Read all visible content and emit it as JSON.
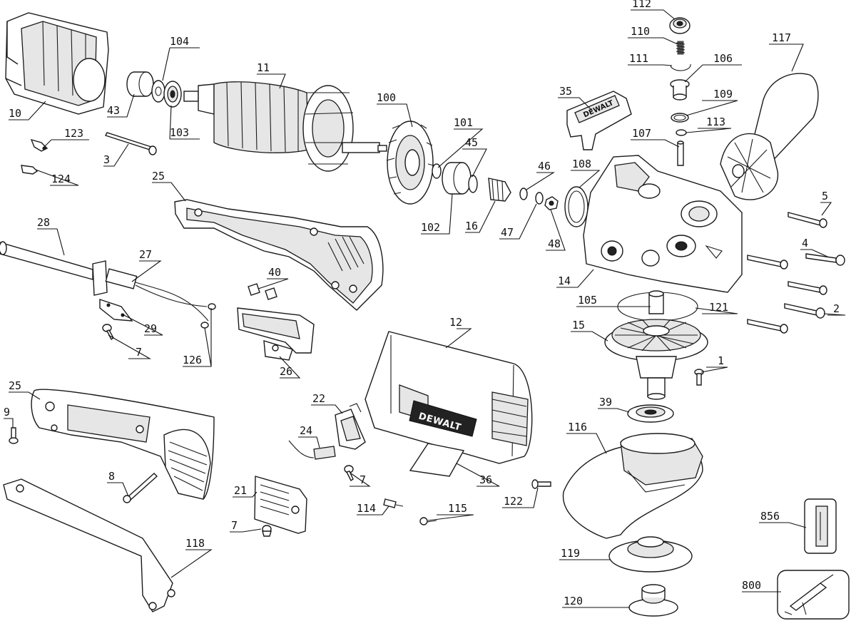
{
  "brand_markings": {
    "housing_logo": "DEWALT",
    "guard_logo": "DEWALT"
  },
  "icon_names": [
    "field-coil",
    "armature",
    "fan",
    "bearing",
    "gear",
    "gear-case",
    "side-handle",
    "wheel-guard",
    "motor-housing",
    "handle-half",
    "switch",
    "brush",
    "wrench",
    "backing-flange",
    "clamp-nut",
    "label",
    "kit"
  ],
  "callouts": [
    {
      "id": "10",
      "label": "10"
    },
    {
      "id": "104",
      "label": "104"
    },
    {
      "id": "43",
      "label": "43"
    },
    {
      "id": "103",
      "label": "103"
    },
    {
      "id": "11",
      "label": "11"
    },
    {
      "id": "123",
      "label": "123"
    },
    {
      "id": "3",
      "label": "3"
    },
    {
      "id": "124",
      "label": "124"
    },
    {
      "id": "25a",
      "label": "25"
    },
    {
      "id": "28",
      "label": "28"
    },
    {
      "id": "27",
      "label": "27"
    },
    {
      "id": "29",
      "label": "29"
    },
    {
      "id": "7a",
      "label": "7"
    },
    {
      "id": "126",
      "label": "126"
    },
    {
      "id": "40",
      "label": "40"
    },
    {
      "id": "26",
      "label": "26"
    },
    {
      "id": "100",
      "label": "100"
    },
    {
      "id": "101",
      "label": "101"
    },
    {
      "id": "45",
      "label": "45"
    },
    {
      "id": "102",
      "label": "102"
    },
    {
      "id": "16",
      "label": "16"
    },
    {
      "id": "46",
      "label": "46"
    },
    {
      "id": "47",
      "label": "47"
    },
    {
      "id": "48",
      "label": "48"
    },
    {
      "id": "35",
      "label": "35"
    },
    {
      "id": "112",
      "label": "112"
    },
    {
      "id": "110",
      "label": "110"
    },
    {
      "id": "111",
      "label": "111"
    },
    {
      "id": "106",
      "label": "106"
    },
    {
      "id": "109",
      "label": "109"
    },
    {
      "id": "113",
      "label": "113"
    },
    {
      "id": "107",
      "label": "107"
    },
    {
      "id": "108",
      "label": "108"
    },
    {
      "id": "117",
      "label": "117"
    },
    {
      "id": "5",
      "label": "5"
    },
    {
      "id": "4",
      "label": "4"
    },
    {
      "id": "14",
      "label": "14"
    },
    {
      "id": "105",
      "label": "105"
    },
    {
      "id": "121",
      "label": "121"
    },
    {
      "id": "2",
      "label": "2"
    },
    {
      "id": "15",
      "label": "15"
    },
    {
      "id": "1",
      "label": "1"
    },
    {
      "id": "12",
      "label": "12"
    },
    {
      "id": "39",
      "label": "39"
    },
    {
      "id": "116",
      "label": "116"
    },
    {
      "id": "25b",
      "label": "25"
    },
    {
      "id": "9",
      "label": "9"
    },
    {
      "id": "8",
      "label": "8"
    },
    {
      "id": "22",
      "label": "22"
    },
    {
      "id": "24",
      "label": "24"
    },
    {
      "id": "7b",
      "label": "7"
    },
    {
      "id": "36",
      "label": "36"
    },
    {
      "id": "21",
      "label": "21"
    },
    {
      "id": "7c",
      "label": "7"
    },
    {
      "id": "114",
      "label": "114"
    },
    {
      "id": "115",
      "label": "115"
    },
    {
      "id": "122",
      "label": "122"
    },
    {
      "id": "856",
      "label": "856"
    },
    {
      "id": "118",
      "label": "118"
    },
    {
      "id": "119",
      "label": "119"
    },
    {
      "id": "120",
      "label": "120"
    },
    {
      "id": "800",
      "label": "800"
    }
  ]
}
